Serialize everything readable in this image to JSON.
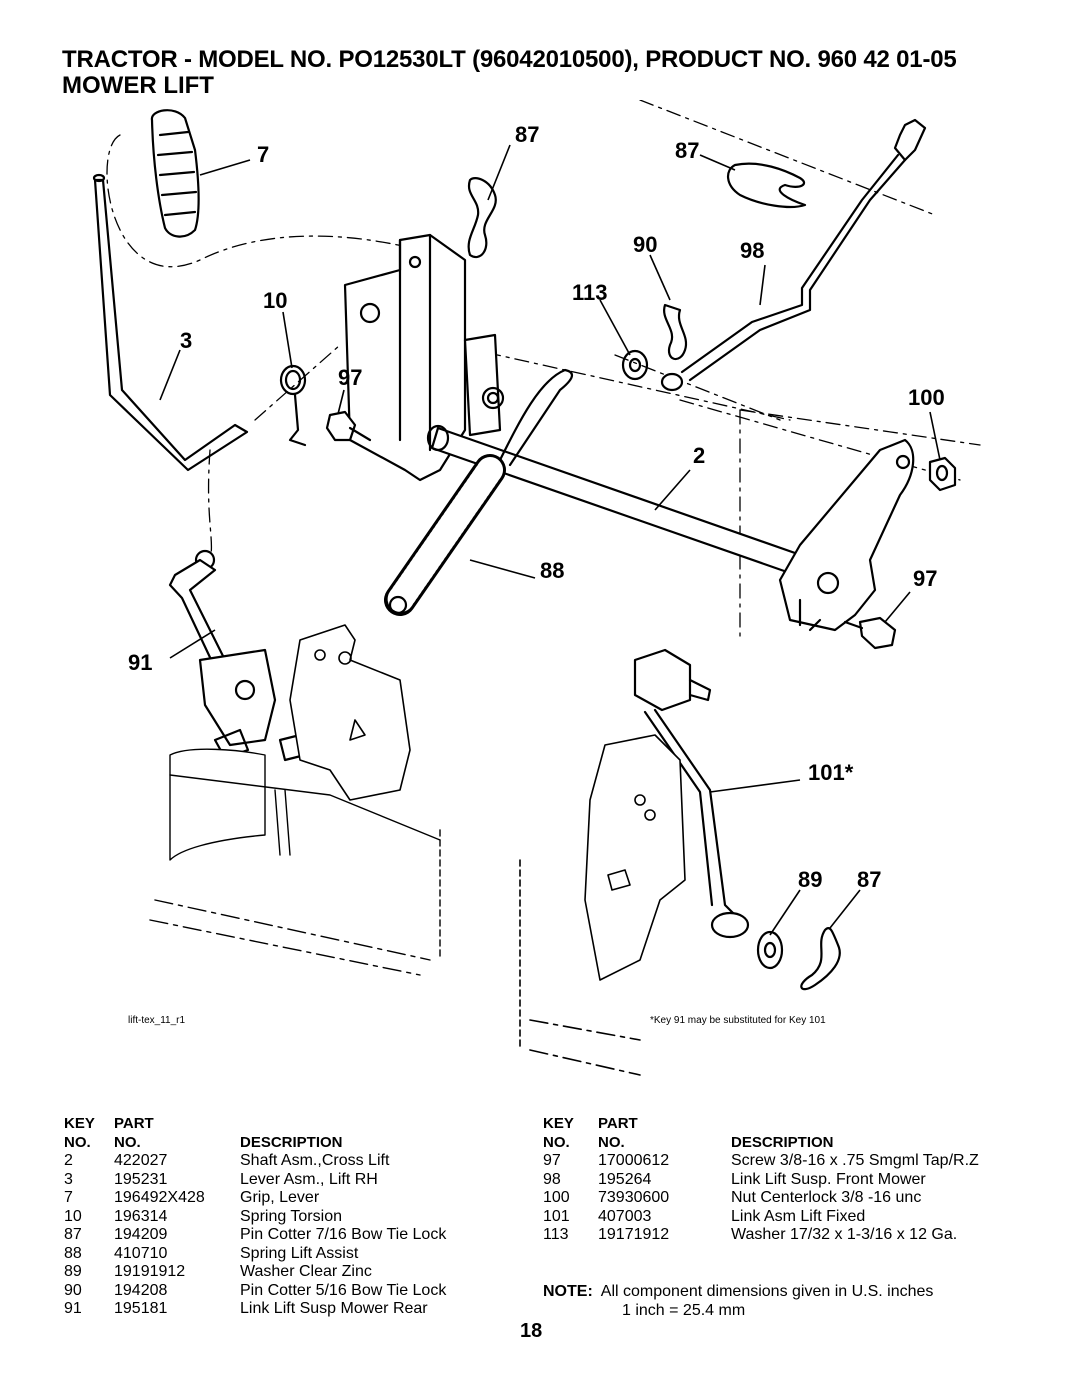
{
  "header": {
    "title": "TRACTOR - MODEL NO. PO12530LT  (96042010500), PRODUCT NO. 960 42 01-05",
    "subtitle": "MOWER LIFT"
  },
  "diagram": {
    "callouts": [
      "87",
      "7",
      "87",
      "90",
      "98",
      "113",
      "10",
      "3",
      "97",
      "100",
      "2",
      "88",
      "97",
      "91",
      "101*",
      "89",
      "87"
    ],
    "figure_id": "lift-tex_11_r1",
    "footnote": "*Key 91 may be substituted for Key 101"
  },
  "table_headers": {
    "key": "KEY",
    "part": "PART",
    "no": "NO.",
    "description": "DESCRIPTION"
  },
  "parts_left": [
    {
      "key": "2",
      "part": "422027",
      "desc": "Shaft Asm.,Cross Lift"
    },
    {
      "key": "3",
      "part": "195231",
      "desc": "Lever Asm., Lift RH"
    },
    {
      "key": "7",
      "part": "196492X428",
      "desc": "Grip, Lever"
    },
    {
      "key": "10",
      "part": "196314",
      "desc": "Spring Torsion"
    },
    {
      "key": "87",
      "part": "194209",
      "desc": "Pin Cotter 7/16 Bow Tie Lock"
    },
    {
      "key": "88",
      "part": "410710",
      "desc": "Spring Lift Assist"
    },
    {
      "key": "89",
      "part": "19191912",
      "desc": "Washer Clear Zinc"
    },
    {
      "key": "90",
      "part": "194208",
      "desc": "Pin Cotter 5/16 Bow Tie Lock"
    },
    {
      "key": "91",
      "part": "195181",
      "desc": "Link Lift Susp Mower Rear"
    }
  ],
  "parts_right": [
    {
      "key": "97",
      "part": "17000612",
      "desc": "Screw 3/8-16 x .75 Smgml Tap/R.Z"
    },
    {
      "key": "98",
      "part": "195264",
      "desc": "Link Lift Susp. Front Mower"
    },
    {
      "key": "100",
      "part": "73930600",
      "desc": "Nut Centerlock 3/8 -16 unc"
    },
    {
      "key": "101",
      "part": "407003",
      "desc": "Link Asm Lift Fixed"
    },
    {
      "key": "113",
      "part": "19171912",
      "desc": "Washer 17/32 x 1-3/16 x 12 Ga."
    }
  ],
  "note": {
    "label": "NOTE:",
    "line1": "All component dimensions given in U.S. inches",
    "line2": "1 inch = 25.4 mm"
  },
  "page_number": "18"
}
